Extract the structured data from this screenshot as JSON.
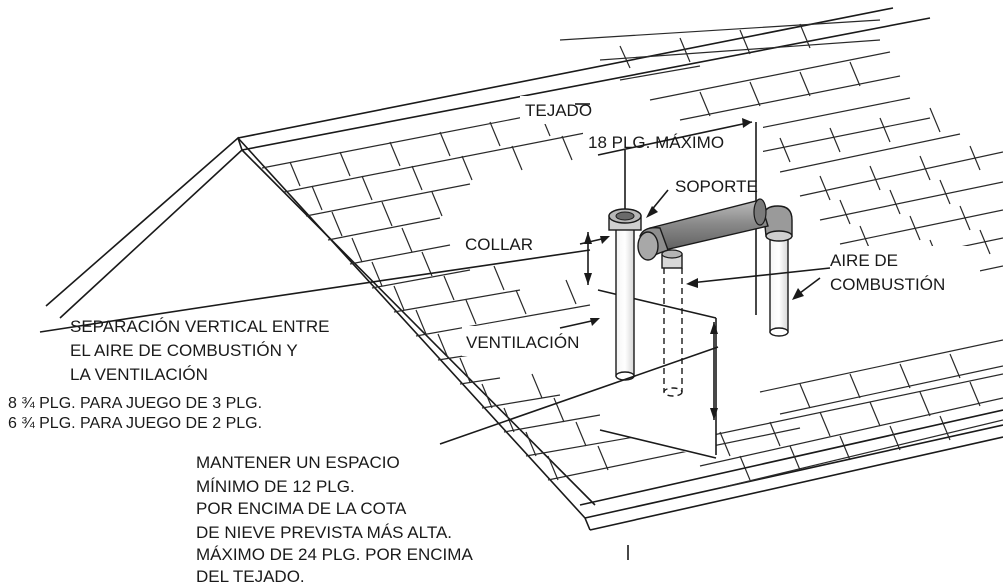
{
  "labels": {
    "roof": "TEJADO",
    "max_18": "18 PLG. MÁXIMO",
    "support": "SOPORTE",
    "collar": "COLLAR",
    "combustion_air_1": "AIRE DE",
    "combustion_air_2": "COMBUSTIÓN",
    "vent": "VENTILACIÓN",
    "separation": [
      "SEPARACIÓN VERTICAL ENTRE",
      "EL AIRE DE COMBUSTIÓN Y",
      "LA VENTILACIÓN"
    ],
    "kit_specs": [
      "8 ¾ PLG. PARA JUEGO DE 3 PLG.",
      "6 ¾ PLG. PARA JUEGO DE 2 PLG."
    ],
    "clearance": [
      "MANTENER UN ESPACIO",
      "MÍNIMO DE 12 PLG.",
      "POR ENCIMA DE LA COTA",
      "DE NIEVE PREVISTA MÁS ALTA.",
      "MÁXIMO DE 24 PLG. POR ENCIMA",
      "DEL TEJADO."
    ]
  }
}
